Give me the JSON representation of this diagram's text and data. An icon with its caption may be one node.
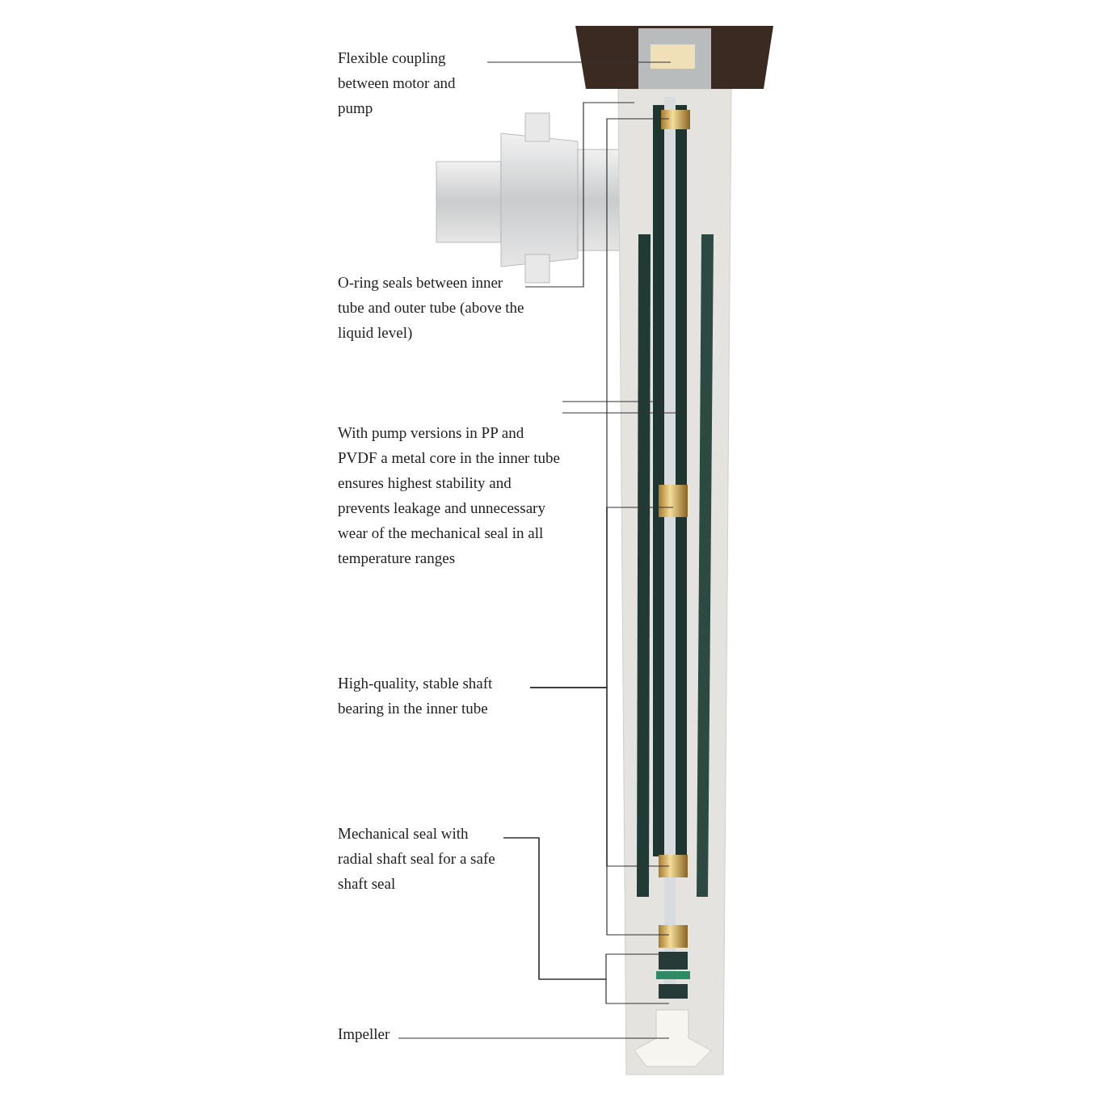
{
  "diagram": {
    "nodes": [
      {
        "text": [
          "Flexible coupling between motor and pump"
        ]
      },
      {
        "text": [
          "O-ring seals between inner tube and outer tube (above the liquid level)"
        ]
      },
      {
        "text": [
          "With pump versions in PP and PVDF a metal core in the inner tube ensures highest stability and prevents leakage and unnecessary wear of the mechanical seal in all temperature ranges"
        ]
      },
      {
        "text": [
          "High-quality, stable shaft bearing in the inner tube"
        ]
      },
      {
        "text": [
          "Mechanical seal with radial shaft seal for a safe shaft seal"
        ]
      },
      {
        "text": [
          "Impeller"
        ]
      }
    ],
    "edges": [
      {
        "from": 0,
        "to": null,
        "arrow": "none"
      },
      {
        "from": 1,
        "to": null,
        "arrow": "none"
      },
      {
        "from": 2,
        "to": null,
        "arrow": "none"
      },
      {
        "from": 2,
        "to": null,
        "arrow": "none"
      },
      {
        "from": 3,
        "to": null,
        "arrow": "none"
      },
      {
        "from": 3,
        "to": null,
        "arrow": "none"
      },
      {
        "from": 3,
        "to": null,
        "arrow": "none"
      },
      {
        "from": 3,
        "to": null,
        "arrow": "none"
      },
      {
        "from": 4,
        "to": null,
        "arrow": "none"
      },
      {
        "from": 4,
        "to": null,
        "arrow": "none"
      },
      {
        "from": 5,
        "to": null,
        "arrow": "none"
      }
    ]
  }
}
